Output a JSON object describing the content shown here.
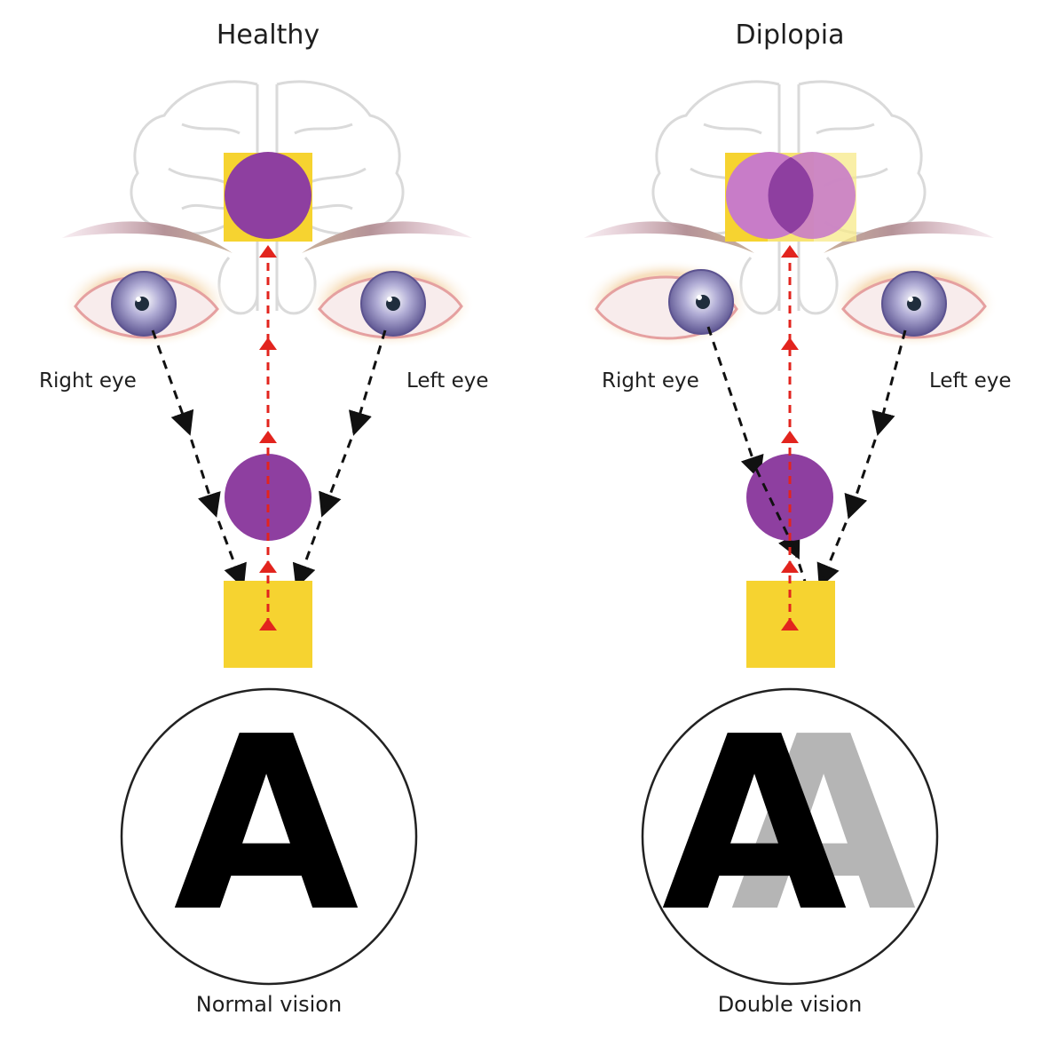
{
  "healthy": {
    "title": "Healthy",
    "right_eye_label": "Right eye",
    "left_eye_label": "Left eye",
    "letter": "A",
    "caption": "Normal vision"
  },
  "diplopia": {
    "title": "Diplopia",
    "right_eye_label": "Right eye",
    "left_eye_label": "Left eye",
    "letter": "A",
    "caption": "Double vision"
  },
  "colors": {
    "purple": "#8e3fa0",
    "light_purple": "#c87cc8",
    "yellow": "#f6d330",
    "red_arrow": "#e2241e",
    "ghost_letter": "#b5b5b5",
    "iris": "#7a72a8"
  }
}
